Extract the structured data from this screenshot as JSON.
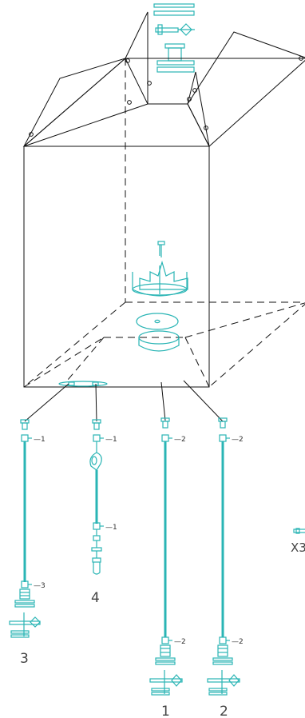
{
  "diagram": {
    "colors": {
      "line": "#111111",
      "accent": "#2ab5b5",
      "background": "#ffffff"
    },
    "tube_numbers": [
      "1",
      "2",
      "3",
      "4"
    ],
    "clamp_tags": [
      "1",
      "1",
      "1",
      "2",
      "2",
      "2",
      "2",
      "3"
    ],
    "side_label": "X3"
  }
}
